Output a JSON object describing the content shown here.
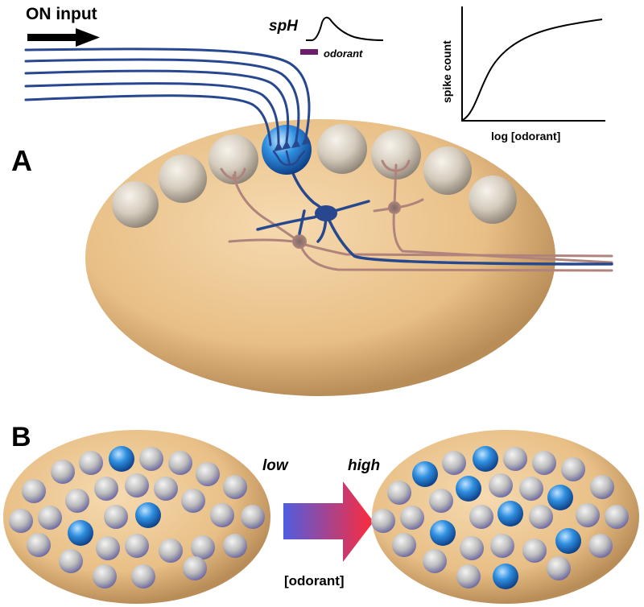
{
  "panel_a": {
    "label": "A",
    "input_label": "ON input",
    "trace_label": "spH",
    "stimulus_label": "odorant",
    "inset_chart": {
      "xlabel": "log [odorant]",
      "ylabel": "spike count"
    }
  },
  "panel_b": {
    "label": "B",
    "low_label": "low",
    "high_label": "high",
    "arrow_label": "[odorant]"
  },
  "colors": {
    "bulb": "#e7c08a",
    "active_glomerulus": "#2b7fd0",
    "inactive_glomerulus": "#c9bfb0",
    "axon": "#27488f",
    "neuron_pink": "#b0847c",
    "low_text": "#6a5ad8",
    "high_text": "#e8211f",
    "stimulus_bar": "#6b1f6b"
  }
}
